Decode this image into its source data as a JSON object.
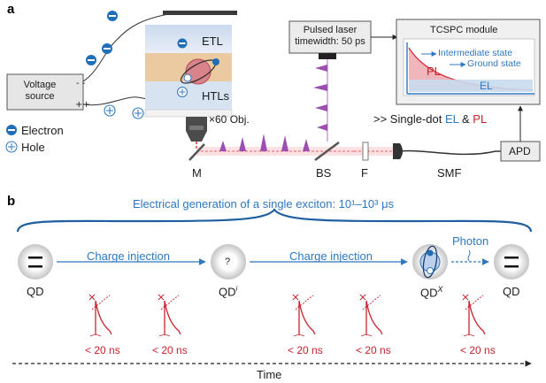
{
  "panel_a": {
    "label": "a",
    "voltage_source": [
      "Voltage",
      "source"
    ],
    "etl": "ETL",
    "htls": "HTLs",
    "objective": "×60 Obj.",
    "laser": [
      "Pulsed laser",
      "timewidth: 50 ps"
    ],
    "tcspc": {
      "title": "TCSPC module",
      "intermediate": "Intermediate state",
      "ground": "Ground state",
      "pl": "PL",
      "el": "EL"
    },
    "legend": {
      "electron": "Electron",
      "hole": "Hole"
    },
    "single_dot": {
      "prefix": ">> Single-dot ",
      "el": "EL",
      "amp": " & ",
      "pl": "PL"
    },
    "optics": {
      "m": "M",
      "bs": "BS",
      "f": "F",
      "smf": "SMF",
      "apd": "APD"
    },
    "colors": {
      "electron": "#1e6fb8",
      "pl": "#d32f3a",
      "beam": "#e2434b",
      "laser_pulse": "#9c4fb0"
    }
  },
  "panel_b": {
    "label": "b",
    "title": "Electrical generation of a single exciton: 10¹–10³ μs",
    "steps": {
      "charge1": "Charge injection",
      "charge2": "Charge injection",
      "photon": "Photon"
    },
    "qd_labels": {
      "qd1": "QD",
      "qd2": "QD",
      "qd2_sup": "i",
      "qd3": "QD",
      "qd3_sup": "X",
      "qd4": "QD",
      "question": "?"
    },
    "times": [
      "< 20 ns",
      "< 20 ns",
      "< 20 ns",
      "< 20 ns",
      "< 20 ns"
    ],
    "time_axis": "Time",
    "colors": {
      "accent": "#2e78c2",
      "red": "#c8232c"
    }
  }
}
